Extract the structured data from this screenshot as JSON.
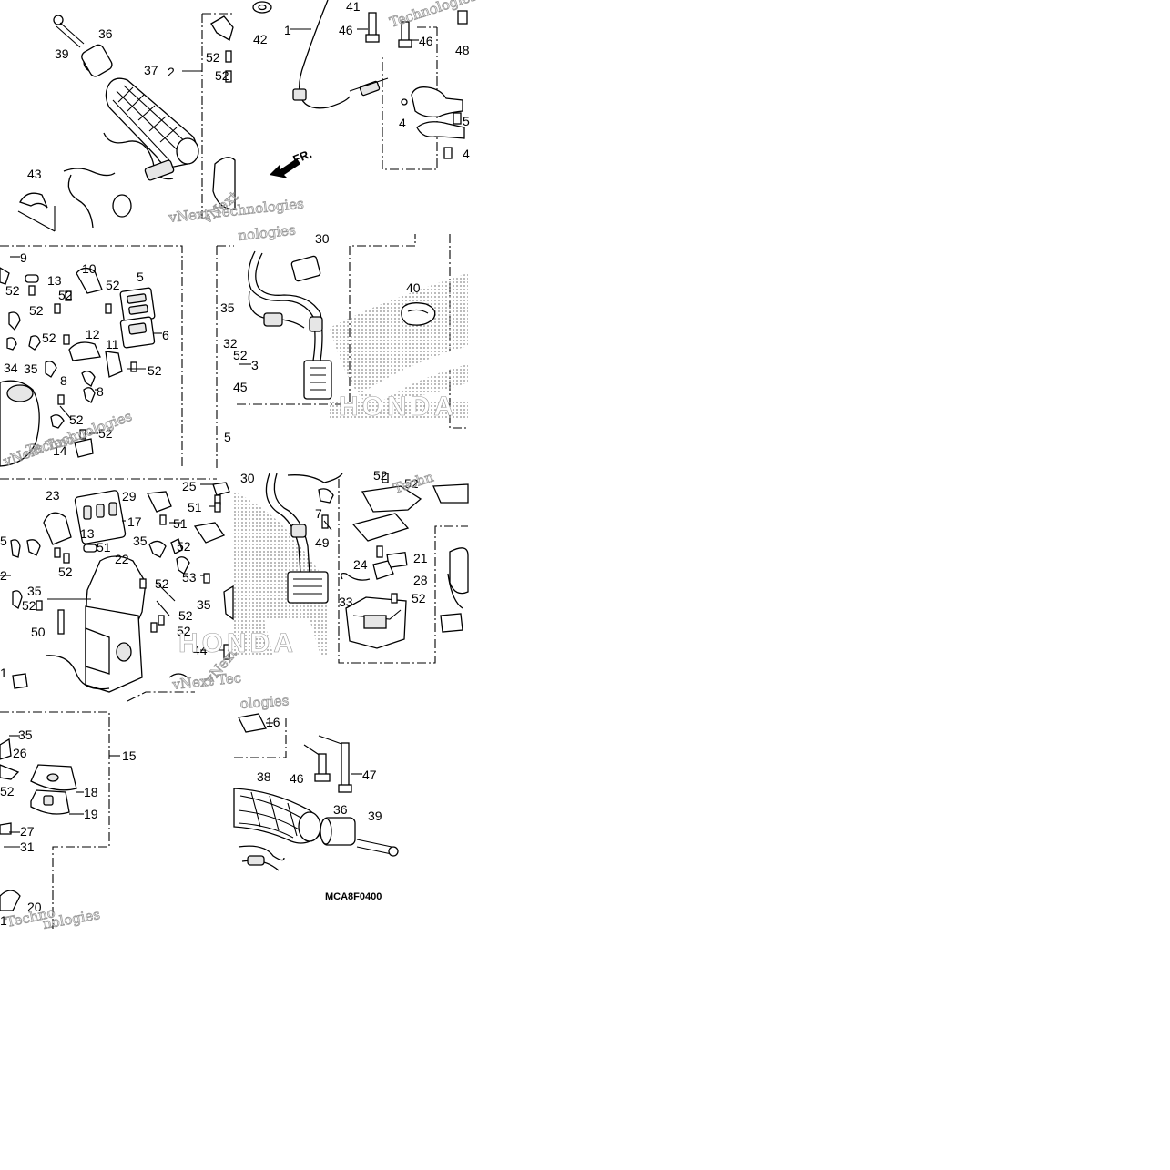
{
  "diagram_code": "MCA8F0400",
  "direction_marker": "FR.",
  "watermarks": [
    "vNext Technologies",
    "Technologies",
    "Techn",
    "vNext Tec",
    "ologies",
    "Techno",
    "nologies",
    "vNext"
  ],
  "brand_text": "HONDA",
  "callouts": [
    "1",
    "2",
    "3",
    "4",
    "5",
    "6",
    "7",
    "8",
    "9",
    "10",
    "11",
    "12",
    "13",
    "14",
    "15",
    "16",
    "17",
    "18",
    "19",
    "20",
    "21",
    "22",
    "23",
    "24",
    "25",
    "26",
    "27",
    "28",
    "29",
    "30",
    "31",
    "32",
    "33",
    "34",
    "35",
    "36",
    "37",
    "38",
    "39",
    "40",
    "41",
    "42",
    "43",
    "44",
    "45",
    "46",
    "47",
    "48",
    "49",
    "50",
    "51",
    "52",
    "53"
  ]
}
